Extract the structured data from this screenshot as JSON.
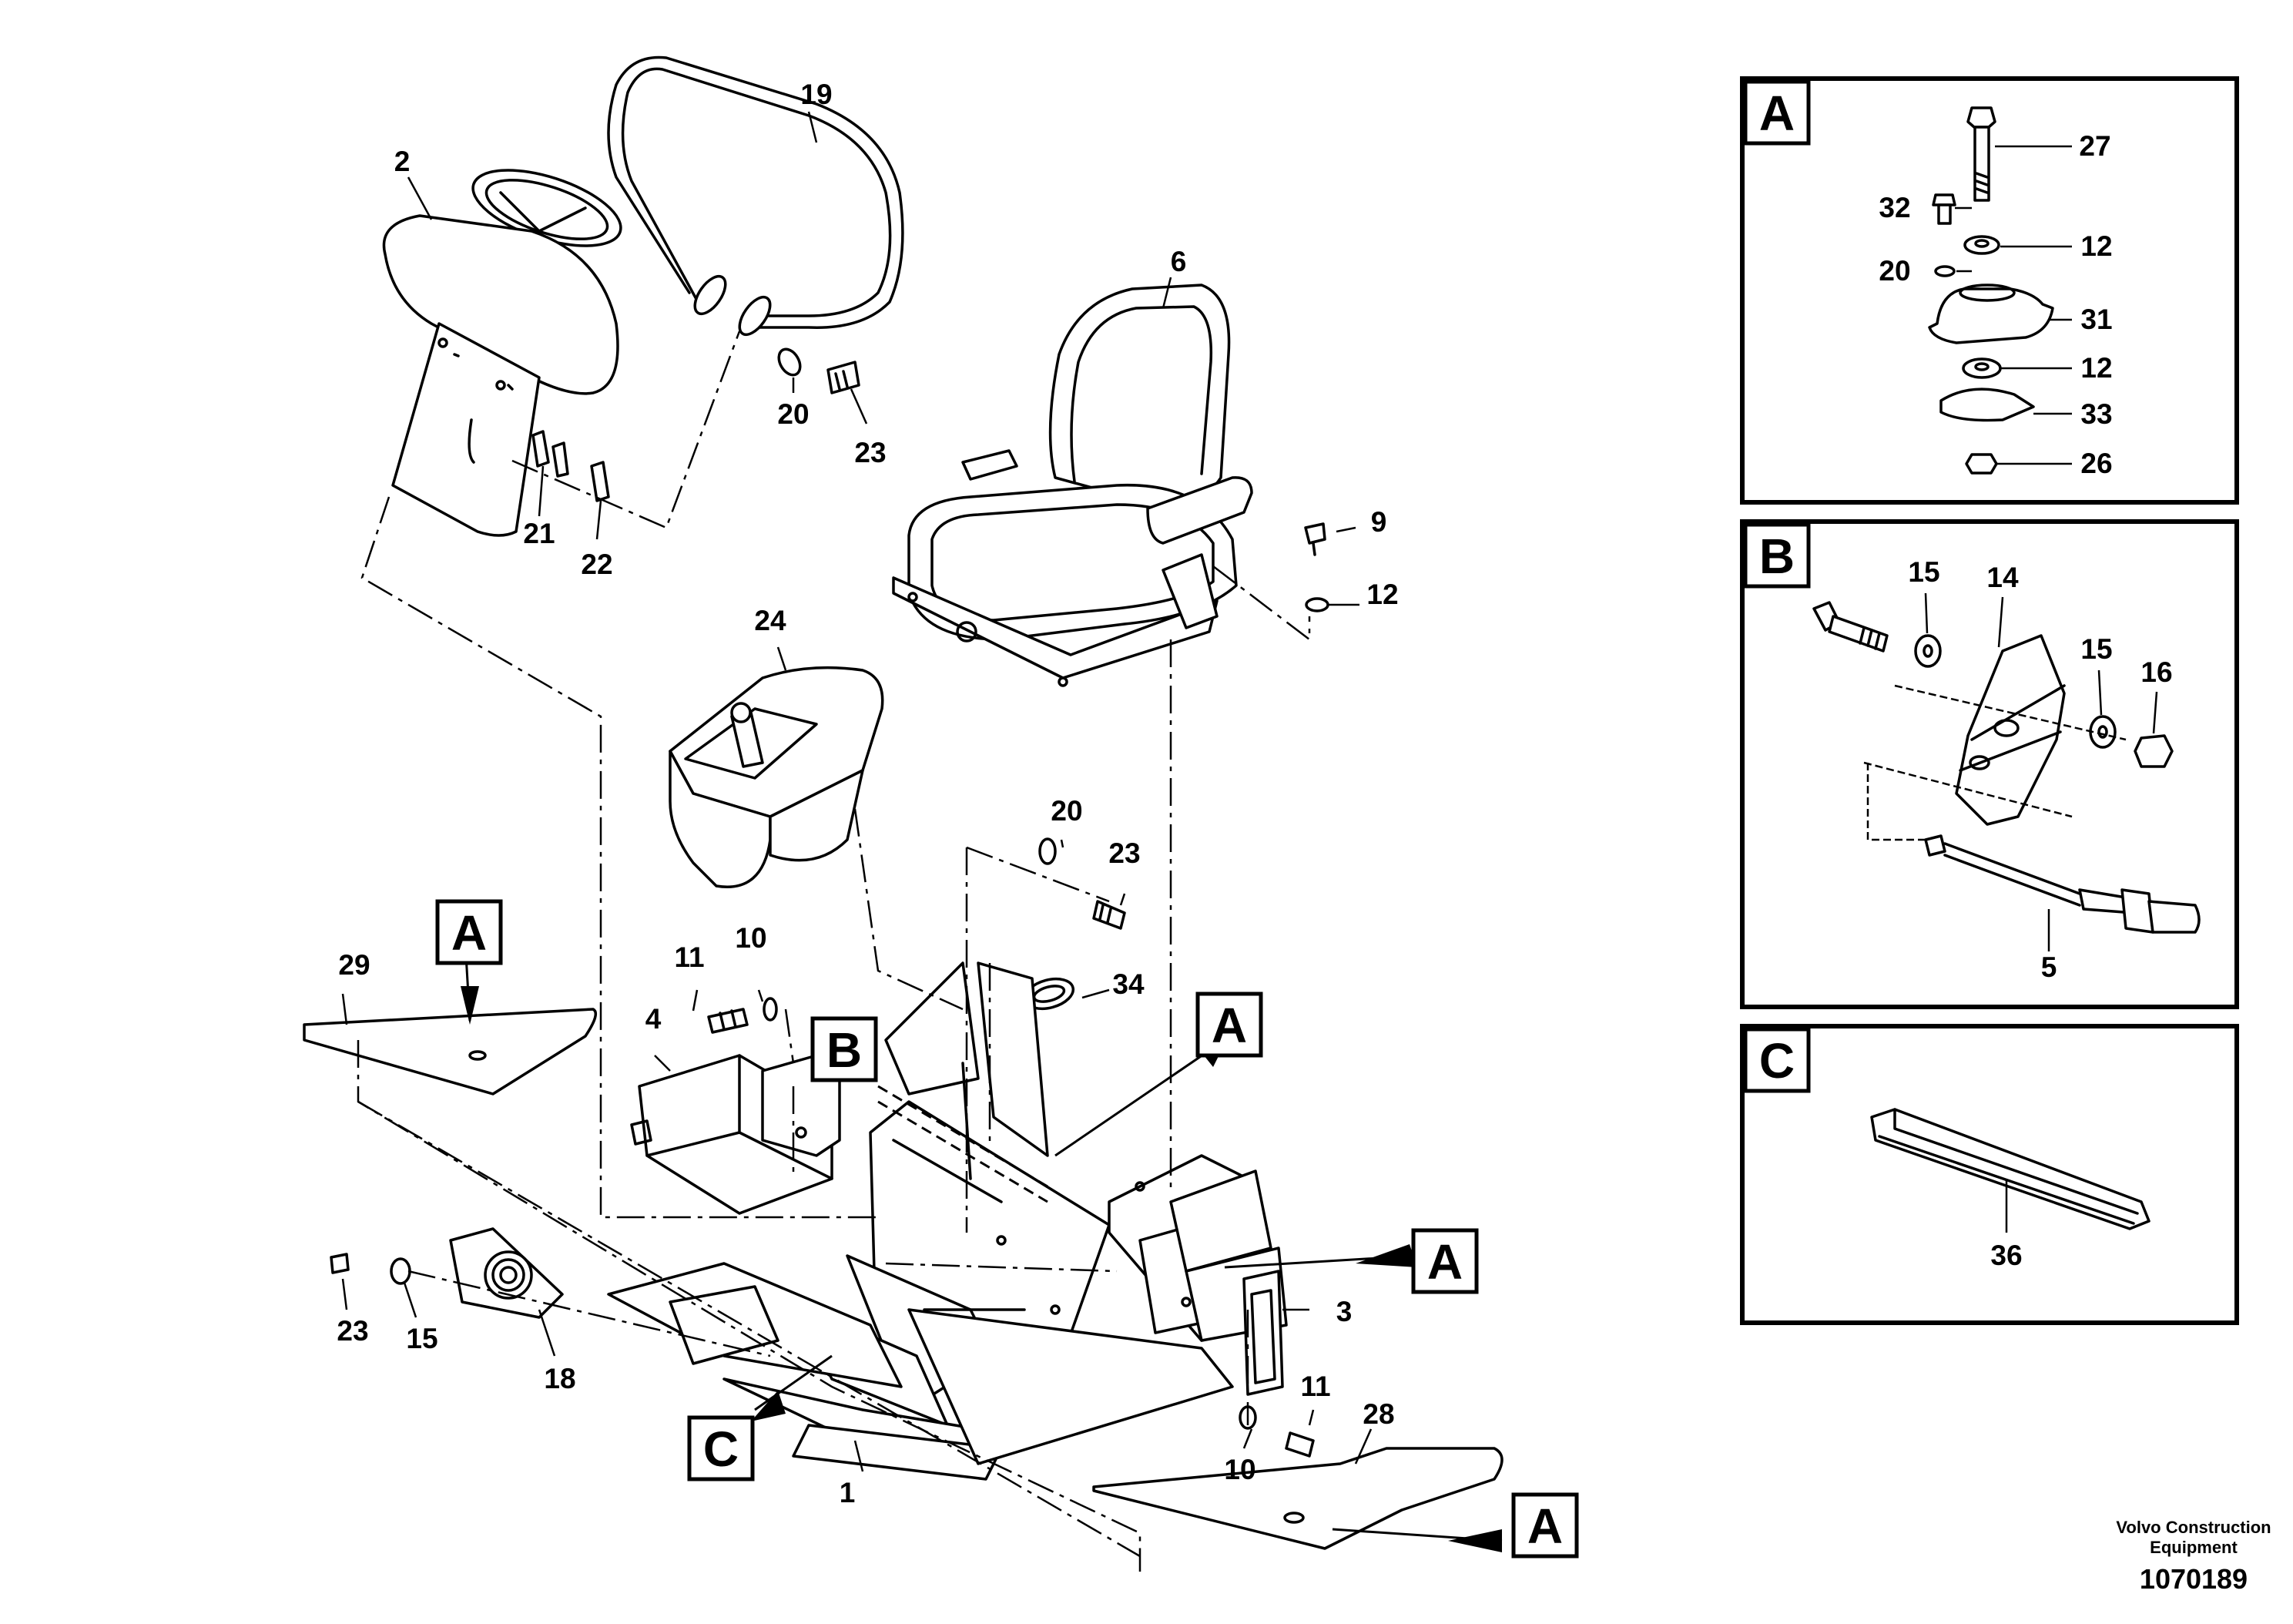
{
  "main_diagram": {
    "part_labels": [
      {
        "id": "p19",
        "text": "19"
      },
      {
        "id": "p2",
        "text": "2"
      },
      {
        "id": "p6",
        "text": "6"
      },
      {
        "id": "p20a",
        "text": "20"
      },
      {
        "id": "p23a",
        "text": "23"
      },
      {
        "id": "p21",
        "text": "21"
      },
      {
        "id": "p22",
        "text": "22"
      },
      {
        "id": "p9",
        "text": "9"
      },
      {
        "id": "p12",
        "text": "12"
      },
      {
        "id": "p24",
        "text": "24"
      },
      {
        "id": "p20b",
        "text": "20"
      },
      {
        "id": "p23b",
        "text": "23"
      },
      {
        "id": "p11a",
        "text": "11"
      },
      {
        "id": "p10a",
        "text": "10"
      },
      {
        "id": "p29",
        "text": "29"
      },
      {
        "id": "p34",
        "text": "34"
      },
      {
        "id": "p4",
        "text": "4"
      },
      {
        "id": "p3",
        "text": "3"
      },
      {
        "id": "p23c",
        "text": "23"
      },
      {
        "id": "p15",
        "text": "15"
      },
      {
        "id": "p18",
        "text": "18"
      },
      {
        "id": "p11b",
        "text": "11"
      },
      {
        "id": "p28",
        "text": "28"
      },
      {
        "id": "p10b",
        "text": "10"
      },
      {
        "id": "p1",
        "text": "1"
      }
    ],
    "callouts": [
      {
        "id": "cA1",
        "text": "A"
      },
      {
        "id": "cB",
        "text": "B"
      },
      {
        "id": "cA2",
        "text": "A"
      },
      {
        "id": "cA3",
        "text": "A"
      },
      {
        "id": "cC",
        "text": "C"
      },
      {
        "id": "cA4",
        "text": "A"
      }
    ]
  },
  "detail_views": [
    {
      "id": "A",
      "title": "A",
      "labels": [
        {
          "id": "a27",
          "text": "27"
        },
        {
          "id": "a32",
          "text": "32"
        },
        {
          "id": "a12a",
          "text": "12"
        },
        {
          "id": "a20",
          "text": "20"
        },
        {
          "id": "a31",
          "text": "31"
        },
        {
          "id": "a12b",
          "text": "12"
        },
        {
          "id": "a33",
          "text": "33"
        },
        {
          "id": "a26",
          "text": "26"
        }
      ]
    },
    {
      "id": "B",
      "title": "B",
      "labels": [
        {
          "id": "b15a",
          "text": "15"
        },
        {
          "id": "b14",
          "text": "14"
        },
        {
          "id": "b15b",
          "text": "15"
        },
        {
          "id": "b16",
          "text": "16"
        },
        {
          "id": "b5",
          "text": "5"
        }
      ]
    },
    {
      "id": "C",
      "title": "C",
      "labels": [
        {
          "id": "c36",
          "text": "36"
        }
      ]
    }
  ],
  "footer": {
    "company_line1": "Volvo Construction",
    "company_line2": "Equipment",
    "drawing_number": "1070189"
  }
}
